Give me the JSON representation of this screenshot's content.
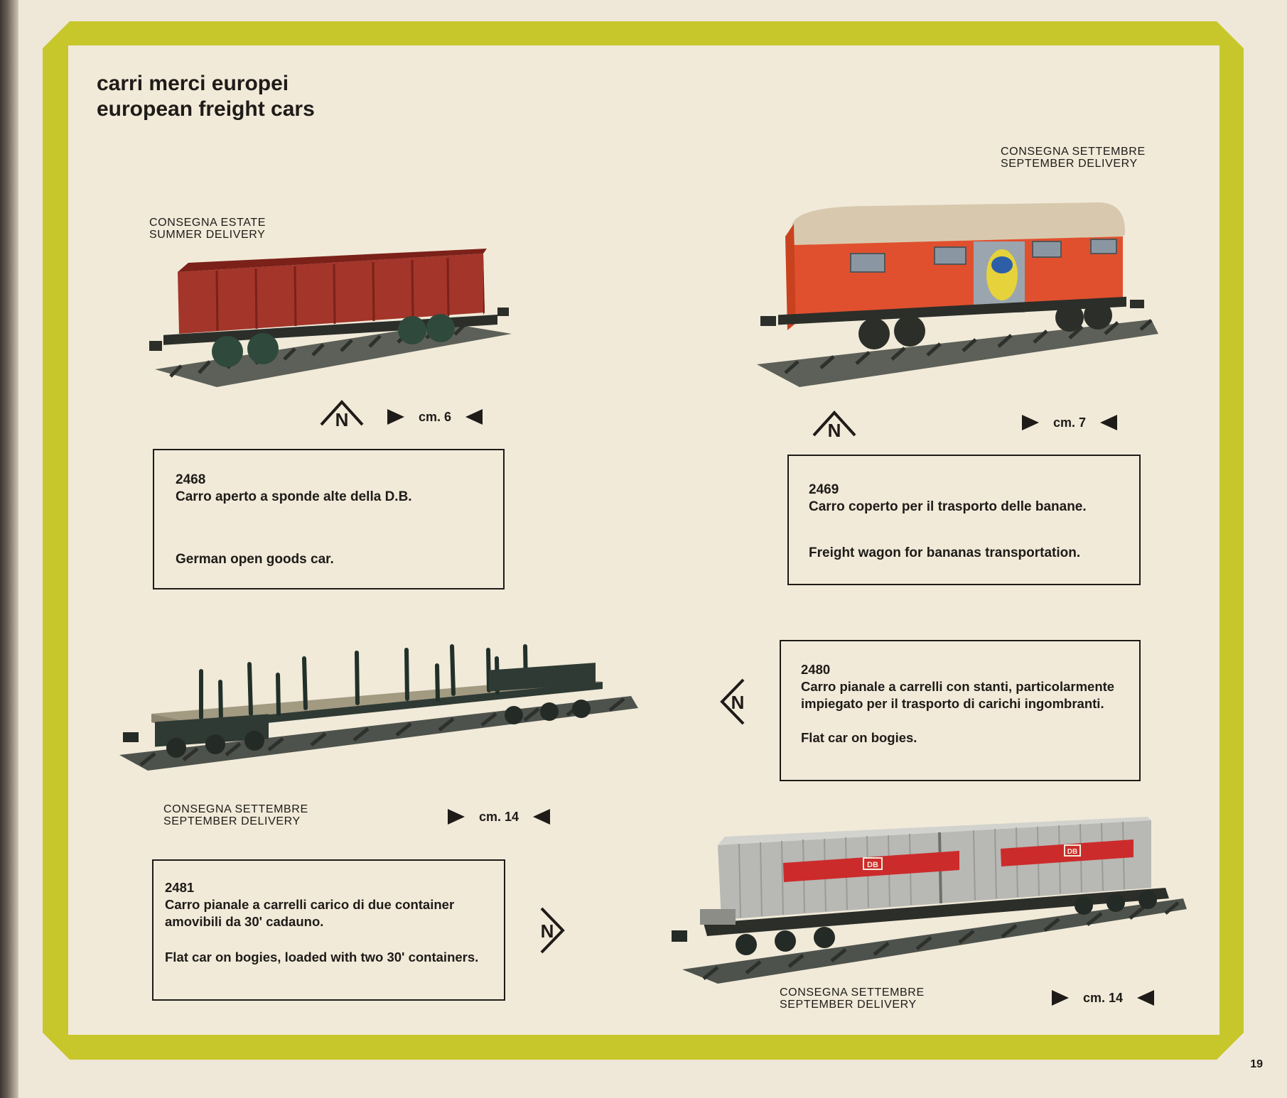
{
  "header": {
    "title_it": "carri merci europei",
    "title_en": "european freight cars"
  },
  "items": [
    {
      "id": "2468",
      "delivery_it": "CONSEGNA ESTATE",
      "delivery_en": "SUMMER DELIVERY",
      "size": "cm. 6",
      "desc_it": "Carro aperto a sponde alte della D.B.",
      "desc_en": "German open goods car."
    },
    {
      "id": "2469",
      "delivery_it": "CONSEGNA SETTEMBRE",
      "delivery_en": "SEPTEMBER DELIVERY",
      "size": "cm. 7",
      "desc_it": "Carro coperto per il trasporto delle banane.",
      "desc_en": "Freight wagon for bananas transportation."
    },
    {
      "id": "2480",
      "delivery_it": "CONSEGNA SETTEMBRE",
      "delivery_en": "SEPTEMBER DELIVERY",
      "size": "cm. 14",
      "desc_it": "Carro pianale a carrelli con stanti, particolarmente impiegato per il trasporto di carichi ingombranti.",
      "desc_en": "Flat car on bogies."
    },
    {
      "id": "2481",
      "delivery_it": "CONSEGNA SETTEMBRE",
      "delivery_en": "SEPTEMBER DELIVERY",
      "size": "cm. 14",
      "desc_it": "Carro pianale a carrelli carico di due container amovibili da 30' cadauno.",
      "desc_en": "Flat car on bogies, loaded with two 30' containers."
    }
  ],
  "logo_text": "N",
  "container_logo": "DB",
  "page_number": "19",
  "colors": {
    "frame": "#c7c72c",
    "paper": "#f1ead9",
    "open_car": "#a3352a",
    "banana_car": "#e0502e",
    "container_stripe": "#cc2b2b"
  }
}
